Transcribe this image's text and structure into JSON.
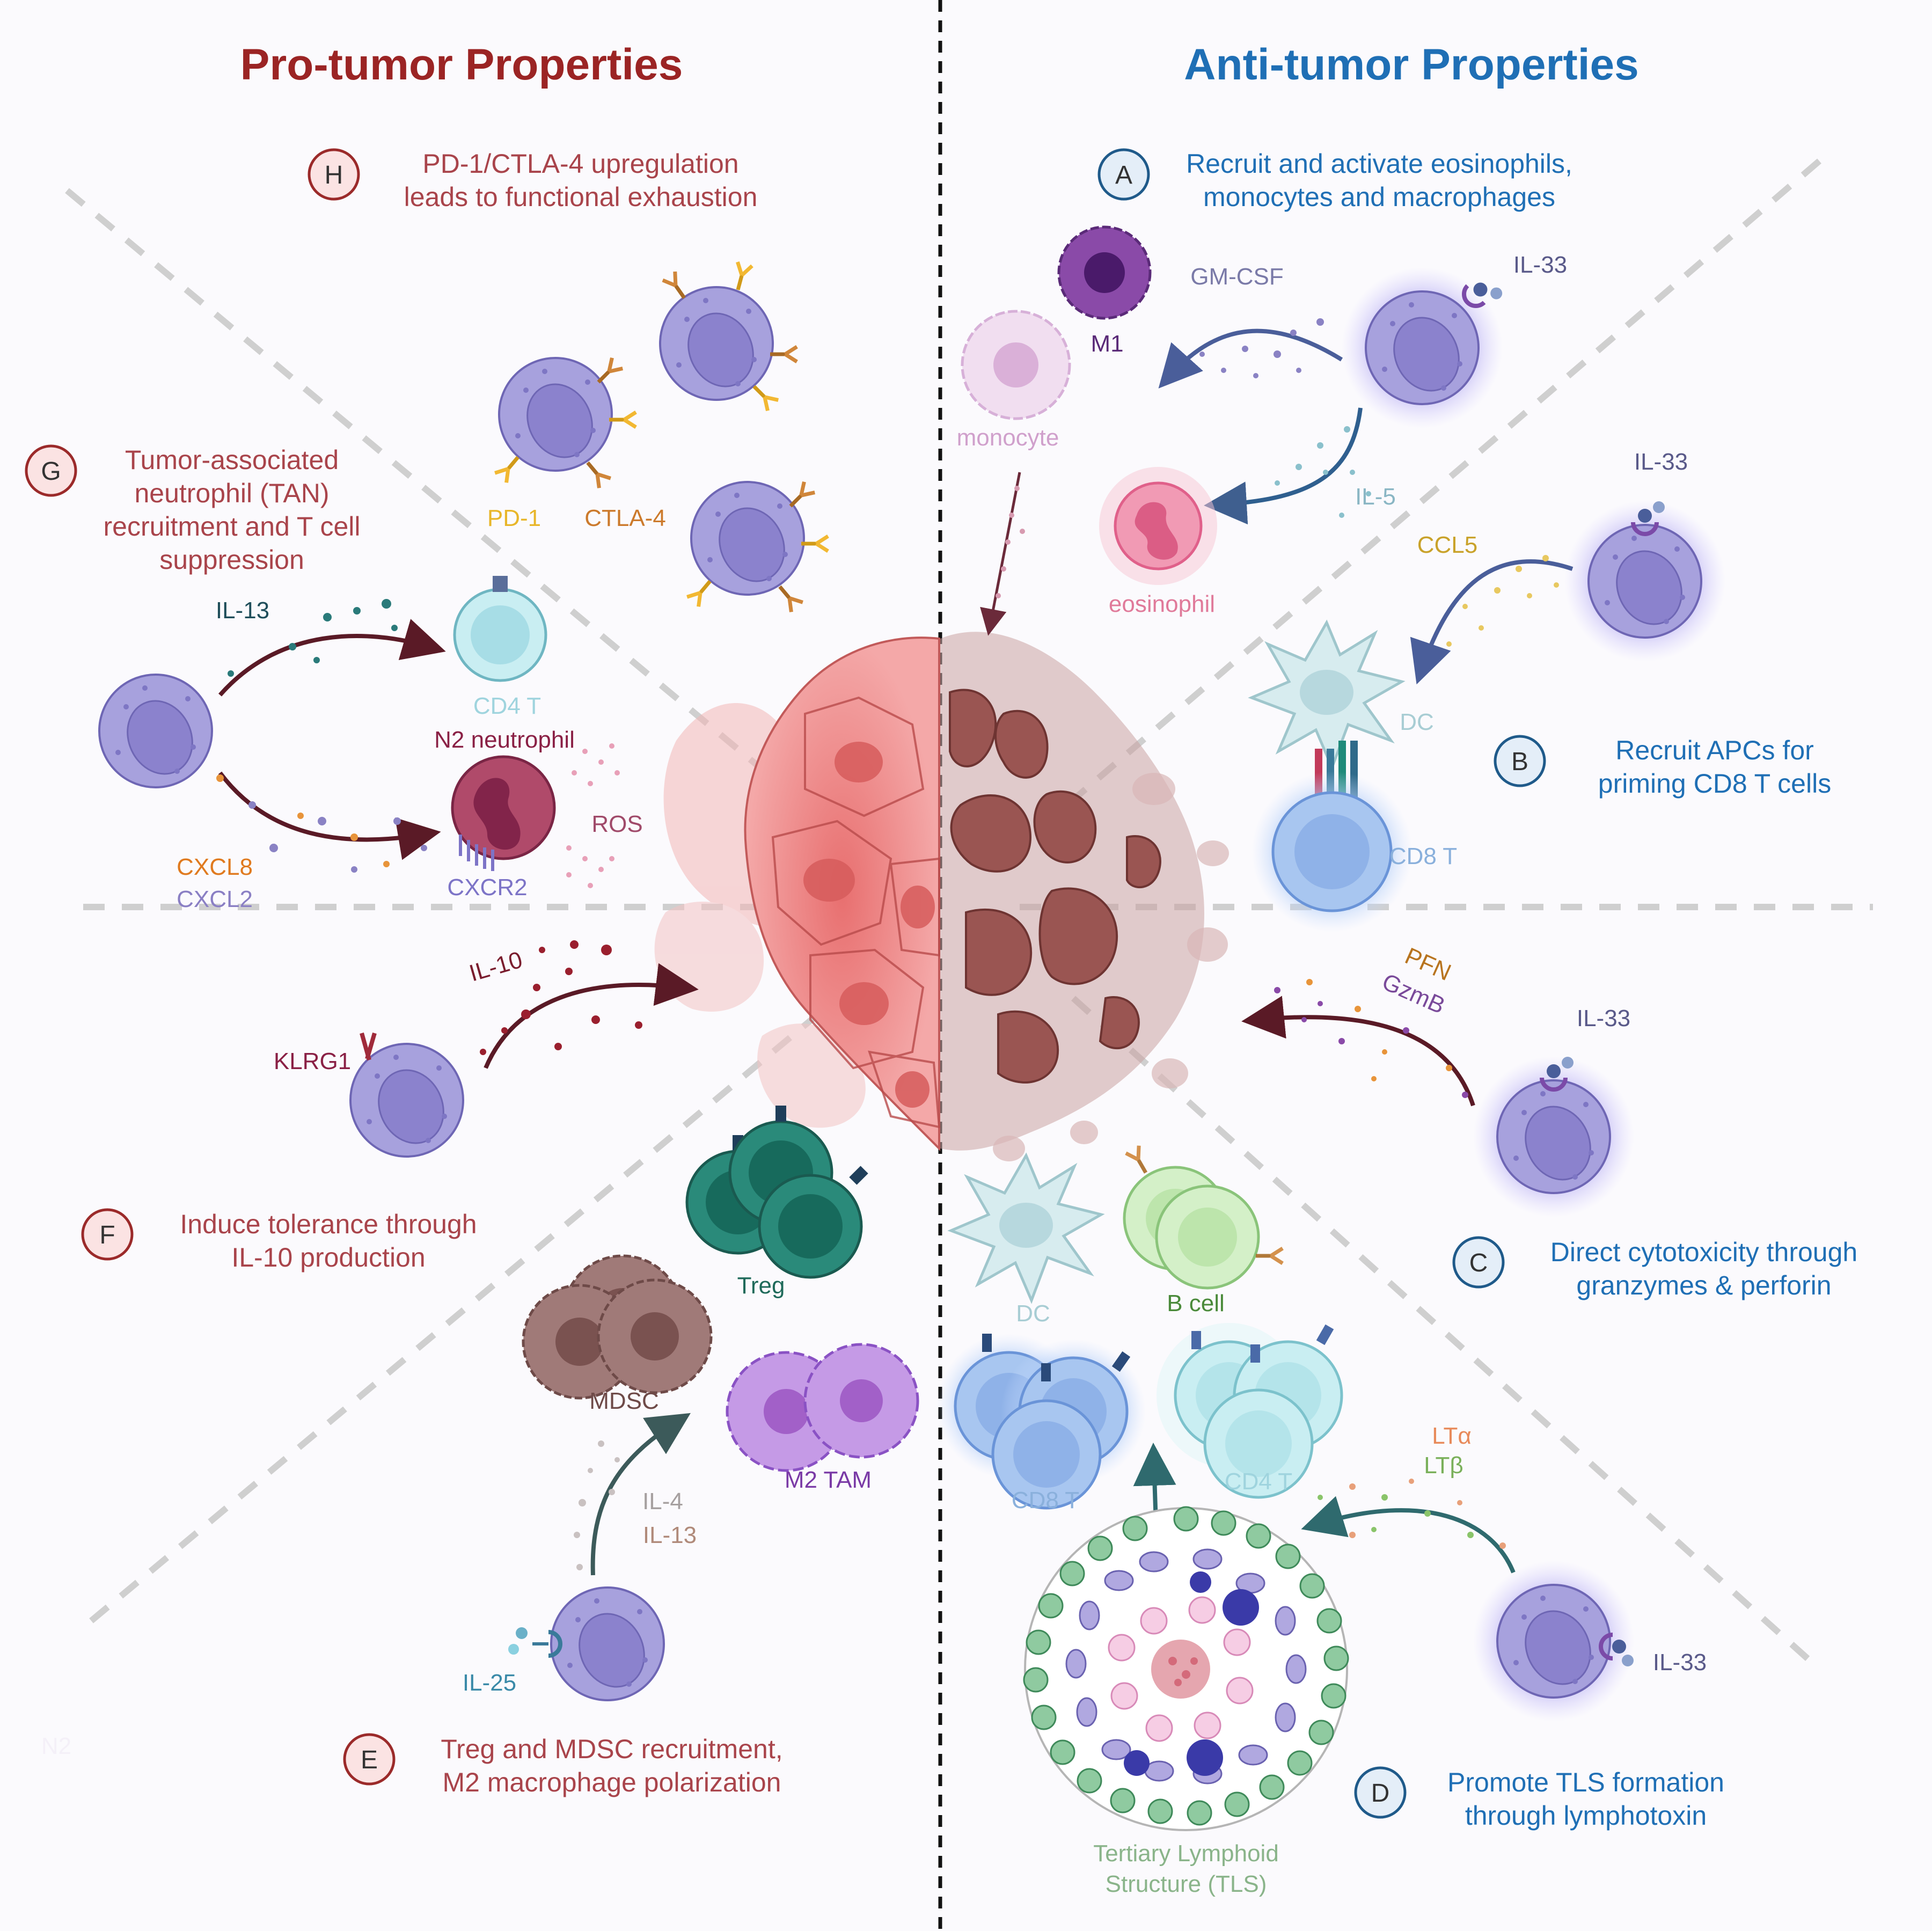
{
  "headers": {
    "pro": "Pro-tumor Properties",
    "anti": "Anti-tumor Properties"
  },
  "sections": {
    "H": {
      "letter": "H",
      "line1": "PD-1/CTLA-4 upregulation",
      "line2": "leads to functional exhaustion"
    },
    "G": {
      "letter": "G",
      "line1": "Tumor-associated",
      "line2": "neutrophil (TAN)",
      "line3": "recruitment and T cell",
      "line4": "suppression"
    },
    "F": {
      "letter": "F",
      "line1": "Induce tolerance through",
      "line2": "IL-10 production"
    },
    "E": {
      "letter": "E",
      "line1": "Treg and MDSC recruitment,",
      "line2": "M2 macrophage polarization"
    },
    "A": {
      "letter": "A",
      "line1": "Recruit and activate eosinophils,",
      "line2": "monocytes and macrophages"
    },
    "B": {
      "letter": "B",
      "line1": "Recruit APCs for",
      "line2": "priming CD8 T cells"
    },
    "C": {
      "letter": "C",
      "line1": "Direct cytotoxicity through",
      "line2": "granzymes & perforin"
    },
    "D": {
      "letter": "D",
      "line1": "Promote TLS formation",
      "line2": "through lymphotoxin"
    }
  },
  "labels": {
    "pd1": "PD-1",
    "ctla4": "CTLA-4",
    "il13_g": "IL-13",
    "cd4t_g": "CD4 T",
    "n2neutrophil": "N2 neutrophil",
    "ros": "ROS",
    "cxcl8": "CXCL8",
    "cxcl2": "CXCL2",
    "cxcr2": "CXCR2",
    "il10": "IL-10",
    "klrg1": "KLRG1",
    "treg": "Treg",
    "mdsc": "MDSC",
    "m2tam": "M2 TAM",
    "il4": "IL-4",
    "il13_e": "IL-13",
    "il25": "IL-25",
    "n2_faint": "N2",
    "m1": "M1",
    "gmcsf": "GM-CSF",
    "il33_a": "IL-33",
    "monocyte": "monocyte",
    "il5": "IL-5",
    "eosinophil": "eosinophil",
    "il33_b": "IL-33",
    "ccl5": "CCL5",
    "dc_b": "DC",
    "cd8t_b": "CD8 T",
    "pfn": "PFN",
    "gzmb": "GzmB",
    "il33_c": "IL-33",
    "dc_d": "DC",
    "bcell": "B cell",
    "cd8t_d": "CD8 T",
    "cd4t_d": "CD4 T",
    "lta": "LTα",
    "ltb": "LTβ",
    "il33_d": "IL-33",
    "tls1": "Tertiary Lymphoid",
    "tls2": "Structure (TLS)"
  },
  "colors": {
    "pro": "#9b2a2a",
    "pro_text": "#a9444b",
    "anti": "#1f6fb5",
    "badge_pro_fill": "#fbe3e3",
    "badge_anti_fill": "#e4eef8",
    "ilc2": "#a9a3dc",
    "tumor": "#e88a8a",
    "tumor_dead": "#9a5552"
  }
}
